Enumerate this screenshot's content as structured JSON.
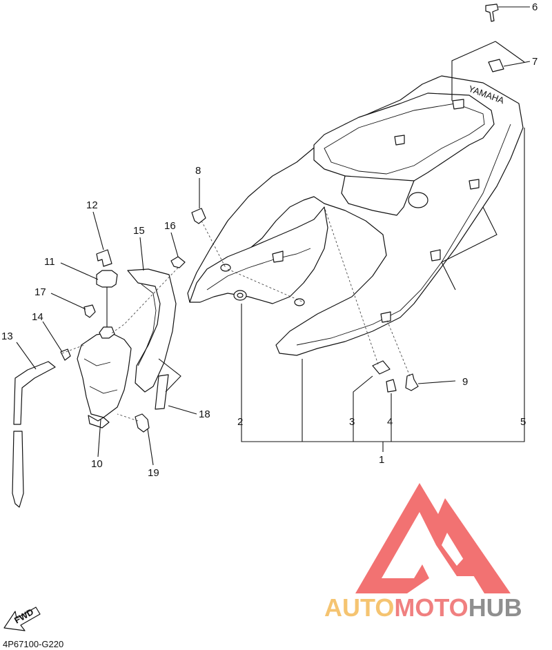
{
  "diagram": {
    "callouts": [
      {
        "id": "c1",
        "text": "1"
      },
      {
        "id": "c2",
        "text": "2"
      },
      {
        "id": "c3",
        "text": "3"
      },
      {
        "id": "c4",
        "text": "4"
      },
      {
        "id": "c5",
        "text": "5"
      },
      {
        "id": "c6",
        "text": "6"
      },
      {
        "id": "c7",
        "text": "7"
      },
      {
        "id": "c8",
        "text": "8"
      },
      {
        "id": "c9",
        "text": "9"
      },
      {
        "id": "c10",
        "text": "10"
      },
      {
        "id": "c11",
        "text": "11"
      },
      {
        "id": "c12",
        "text": "12"
      },
      {
        "id": "c13",
        "text": "13"
      },
      {
        "id": "c14",
        "text": "14"
      },
      {
        "id": "c15",
        "text": "15"
      },
      {
        "id": "c16",
        "text": "16"
      },
      {
        "id": "c17",
        "text": "17"
      },
      {
        "id": "c18",
        "text": "18"
      },
      {
        "id": "c19",
        "text": "19"
      }
    ],
    "fwd_arrow_text": "FWD",
    "drawing_code": "4P67100-G220",
    "seat_badge_text": "YAMAHA"
  },
  "watermark": {
    "text_part1": "AUTO",
    "text_part2": "MOTO",
    "text_part3": "HUB",
    "colors": {
      "logo_red": "#f26b6b",
      "auto_orange": "#f5c16a",
      "moto_red": "#f07a7a",
      "hub_gray": "#8a8a8a"
    }
  }
}
